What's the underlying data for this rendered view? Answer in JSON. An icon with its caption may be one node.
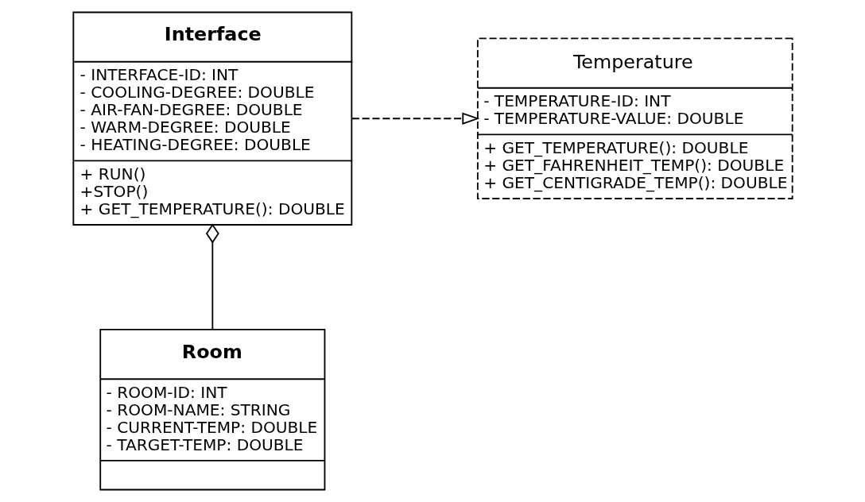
{
  "diagram": {
    "nodes": [
      {
        "text": [
          "Interface",
          "- INTERFACE-ID: INT",
          "- COOLING-DEGREE: DOUBLE",
          "- AIR-FAN-DEGREE: DOUBLE",
          "- WARM-DEGREE: DOUBLE",
          "- HEATING-DEGREE: DOUBLE",
          "+ RUN()",
          "+STOP()",
          "+ GET_TEMPERATURE(): DOUBLE"
        ]
      },
      {
        "text": [
          "Temperature",
          "- TEMPERATURE-ID: INT",
          "- TEMPERATURE-VALUE: DOUBLE",
          "+ GET_TEMPERATURE(): DOUBLE",
          "+ GET_FAHRENHEIT_TEMP(): DOUBLE",
          "+ GET_CENTIGRADE_TEMP(): DOUBLE"
        ]
      },
      {
        "text": [
          "Room",
          "- ROOM-ID: INT",
          "- ROOM-NAME: STRING",
          "- CURRENT-TEMP: DOUBLE",
          "- TARGET-TEMP: DOUBLE"
        ]
      }
    ],
    "edges": [
      {
        "from": 0,
        "to": 1,
        "arrow": "to",
        "style": "dashed"
      },
      {
        "from": 2,
        "to": 0,
        "arrow": "other"
      }
    ]
  }
}
